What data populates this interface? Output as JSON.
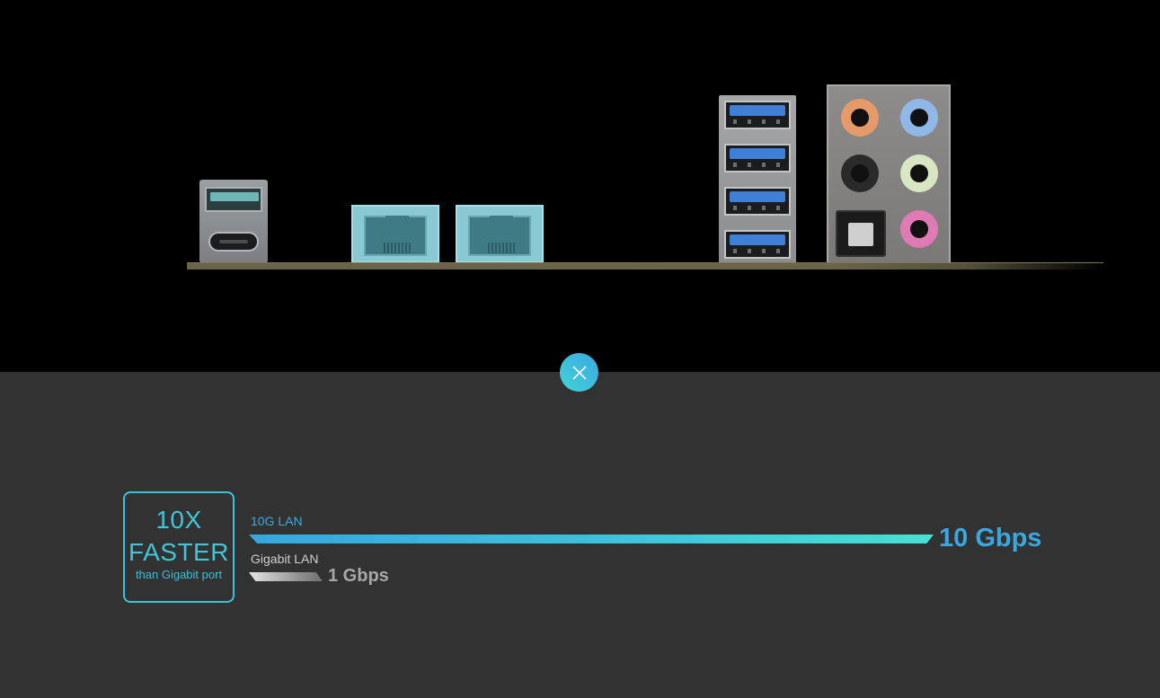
{
  "hero": {
    "image_subject": "motherboard rear I/O panel",
    "ports": [
      {
        "name": "usb-a-and-usb-c-stack",
        "accent": "#6fb6b8"
      },
      {
        "name": "rj45-lan-port-1",
        "accent": "#89c9d3"
      },
      {
        "name": "rj45-lan-port-2",
        "accent": "#89c9d3"
      },
      {
        "name": "usb3-port-stack",
        "count": 4,
        "accent": "#3f7fd6"
      },
      {
        "name": "audio-panel",
        "jacks": [
          {
            "color": "#e69a6a",
            "label": "orange"
          },
          {
            "color": "#8fb8e6",
            "label": "blue"
          },
          {
            "color": "#2a2a2a",
            "label": "black"
          },
          {
            "color": "#d9e6c4",
            "label": "lime"
          },
          {
            "color": "#e07ab4",
            "label": "pink"
          }
        ],
        "optical": true
      }
    ]
  },
  "close_button": {
    "icon": "close-icon",
    "colors": [
      "#3aa8e0",
      "#42d3d6"
    ]
  },
  "comparison": {
    "badge": {
      "line1": "10X",
      "line2": "FASTER",
      "line3": "than Gigabit port",
      "color": "#38c4d8"
    },
    "bars": [
      {
        "label": "10G LAN",
        "value_text": "10 Gbps",
        "value": 10,
        "unit": "Gbps",
        "color": "#3aa6e2"
      },
      {
        "label": "Gigabit LAN",
        "value_text": "1 Gbps",
        "value": 1,
        "unit": "Gbps",
        "color": "#a8a8a8"
      }
    ]
  }
}
